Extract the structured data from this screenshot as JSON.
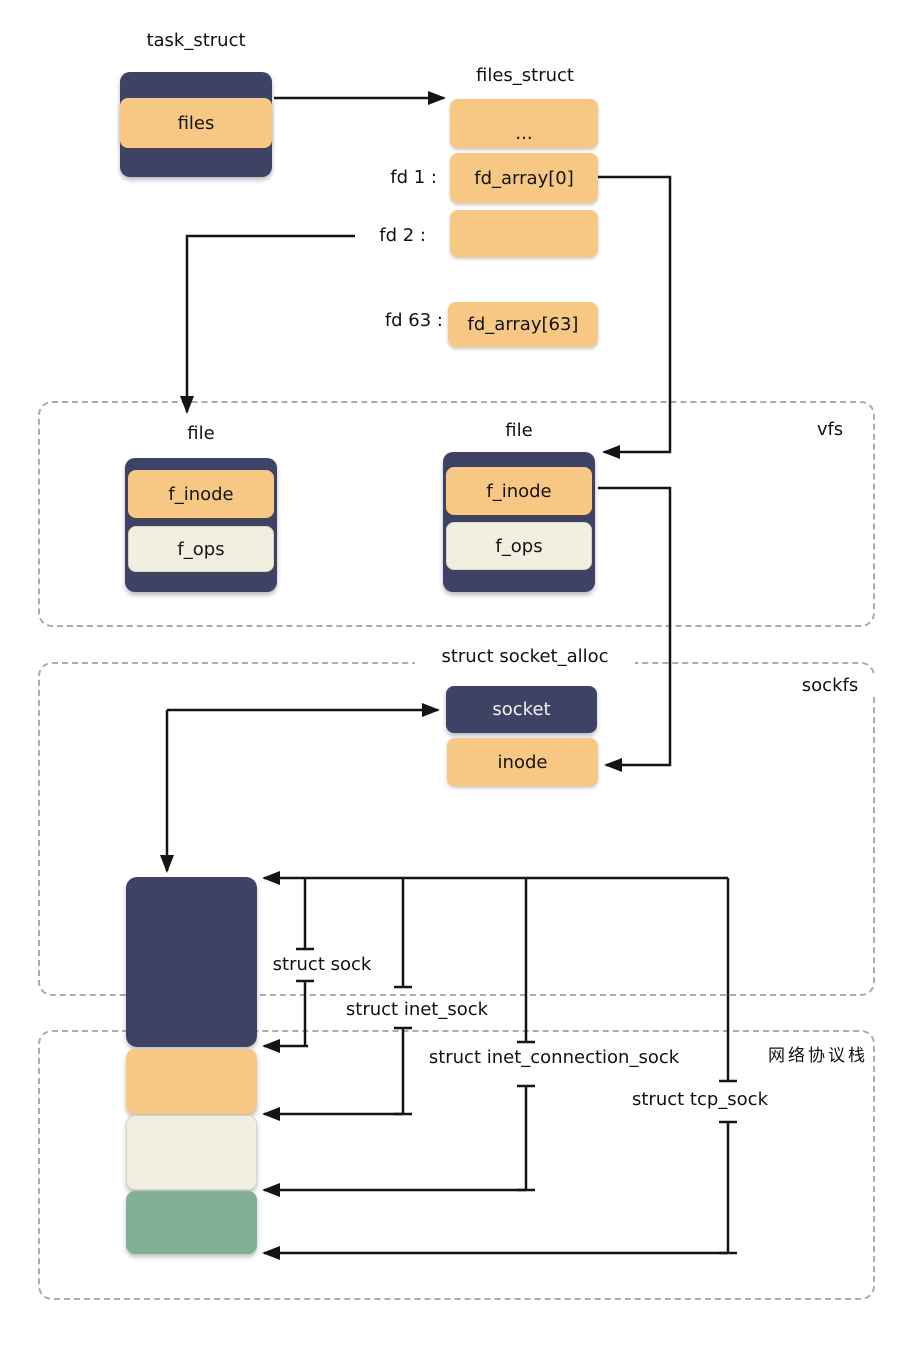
{
  "labels": {
    "task_struct": "task_struct",
    "files_struct": "files_struct",
    "fd1": "fd 1 :",
    "fd2": "fd 2 :",
    "fd63": "fd 63 :",
    "file_left": "file",
    "file_right": "file",
    "vfs": "vfs",
    "socket_alloc": "struct socket_alloc",
    "sockfs": "sockfs",
    "struct_sock": "struct sock",
    "struct_inet_sock": "struct inet_sock",
    "struct_inet_connection_sock": "struct inet_connection_sock",
    "struct_tcp_sock": "struct tcp_sock",
    "net_stack": "网络协议栈"
  },
  "task_box": {
    "field": "files"
  },
  "files_struct_box": {
    "row_ellipsis": "...",
    "row_fd0": "fd_array[0]",
    "row_empty": "",
    "row_fd63": "fd_array[63]"
  },
  "file_box": {
    "f_inode": "f_inode",
    "f_ops": "f_ops"
  },
  "socket_alloc_box": {
    "socket": "socket",
    "inode": "inode"
  },
  "colors": {
    "navy": "#3E4366",
    "orange": "#F6C883",
    "cream": "#F1EFDF",
    "green": "#81B097",
    "line": "#141414",
    "dash": "#ABABAB"
  }
}
